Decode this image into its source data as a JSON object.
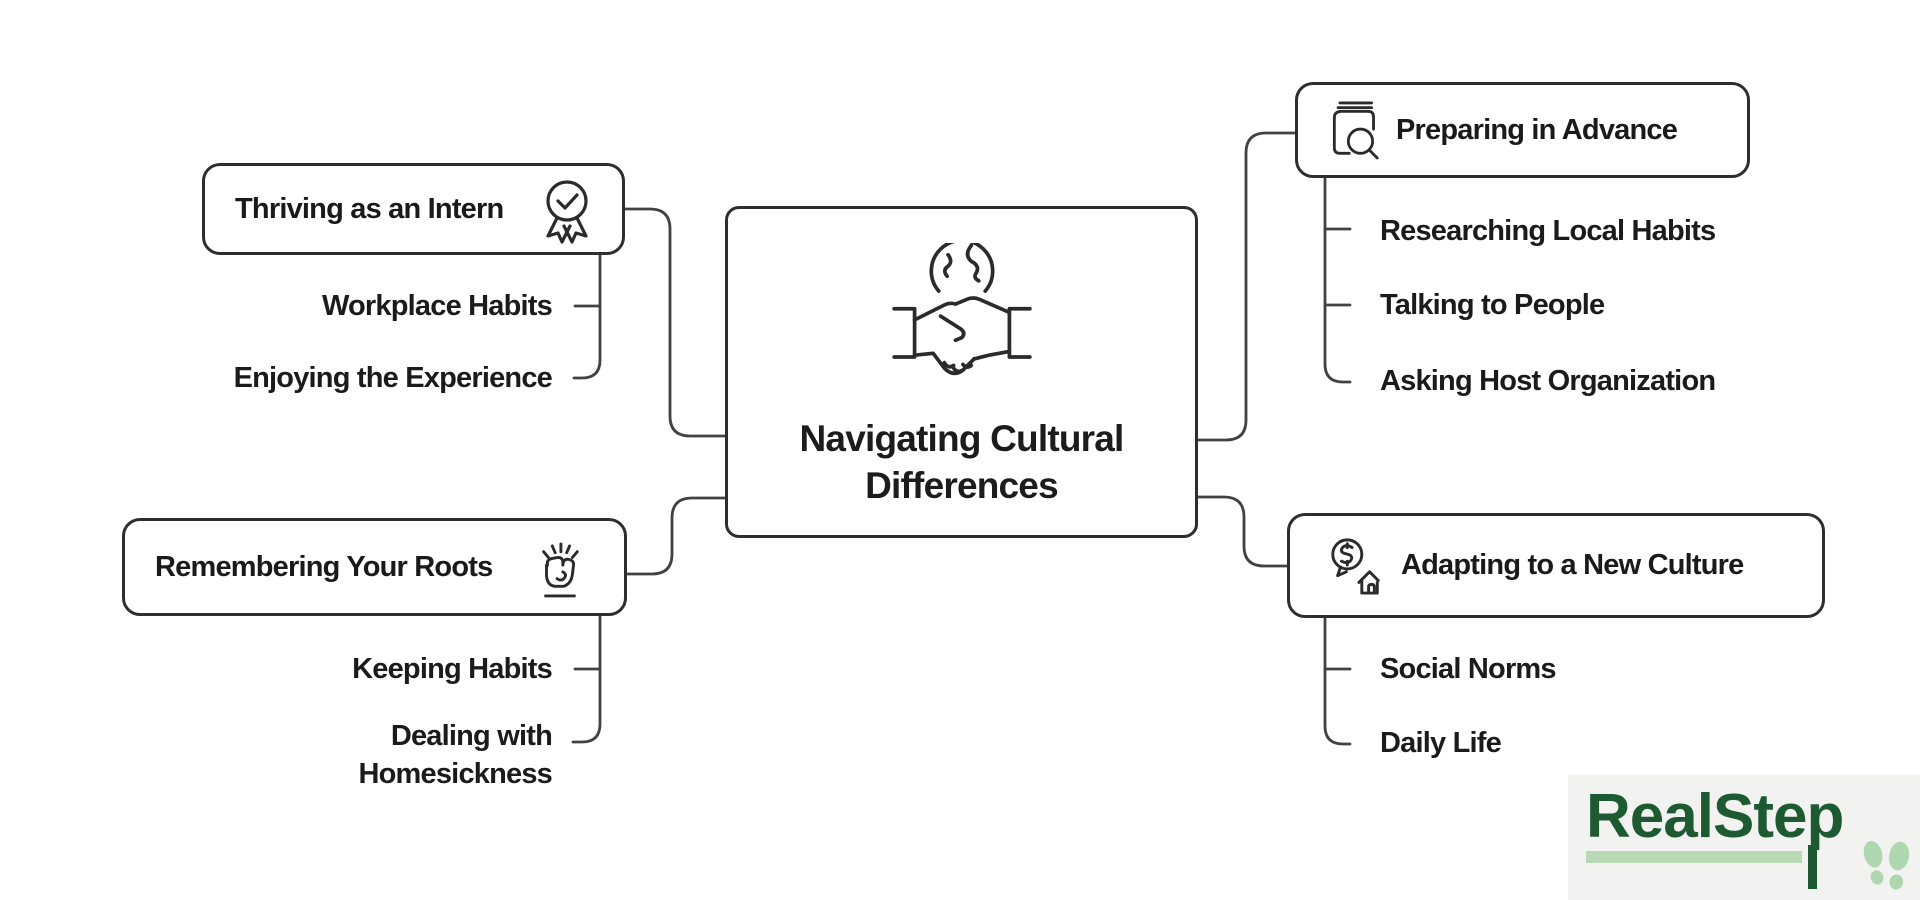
{
  "diagram_title": "Navigating Cultural Differences",
  "central": {
    "title_lines": [
      "Navigating Cultural",
      "Differences"
    ],
    "icon": "globe-handshake-icon"
  },
  "branches": [
    {
      "label": "Thriving as an Intern",
      "icon": "award-check-icon",
      "children": [
        "Workplace Habits",
        "Enjoying the Experience"
      ]
    },
    {
      "label": "Remembering Your Roots",
      "icon": "raised-fist-icon",
      "children": [
        "Keeping Habits",
        "Dealing with Homesickness"
      ]
    },
    {
      "label": "Preparing in Advance",
      "icon": "book-search-icon",
      "children": [
        "Researching Local Habits",
        "Talking to People",
        "Asking Host Organization"
      ]
    },
    {
      "label": "Adapting to a New Culture",
      "icon": "money-bubble-house-icon",
      "children": [
        "Social Norms",
        "Daily Life"
      ]
    }
  ],
  "logo": {
    "text": "RealStep"
  },
  "colors": {
    "background": "#ffffff",
    "line": "#424242",
    "box_border": "#2e2e2e",
    "text": "#1a1a1a",
    "logo_dark_green": "#1d5a31",
    "logo_light_green": "#b7d9b6",
    "logo_panel_gray": "#f2f2f0"
  }
}
